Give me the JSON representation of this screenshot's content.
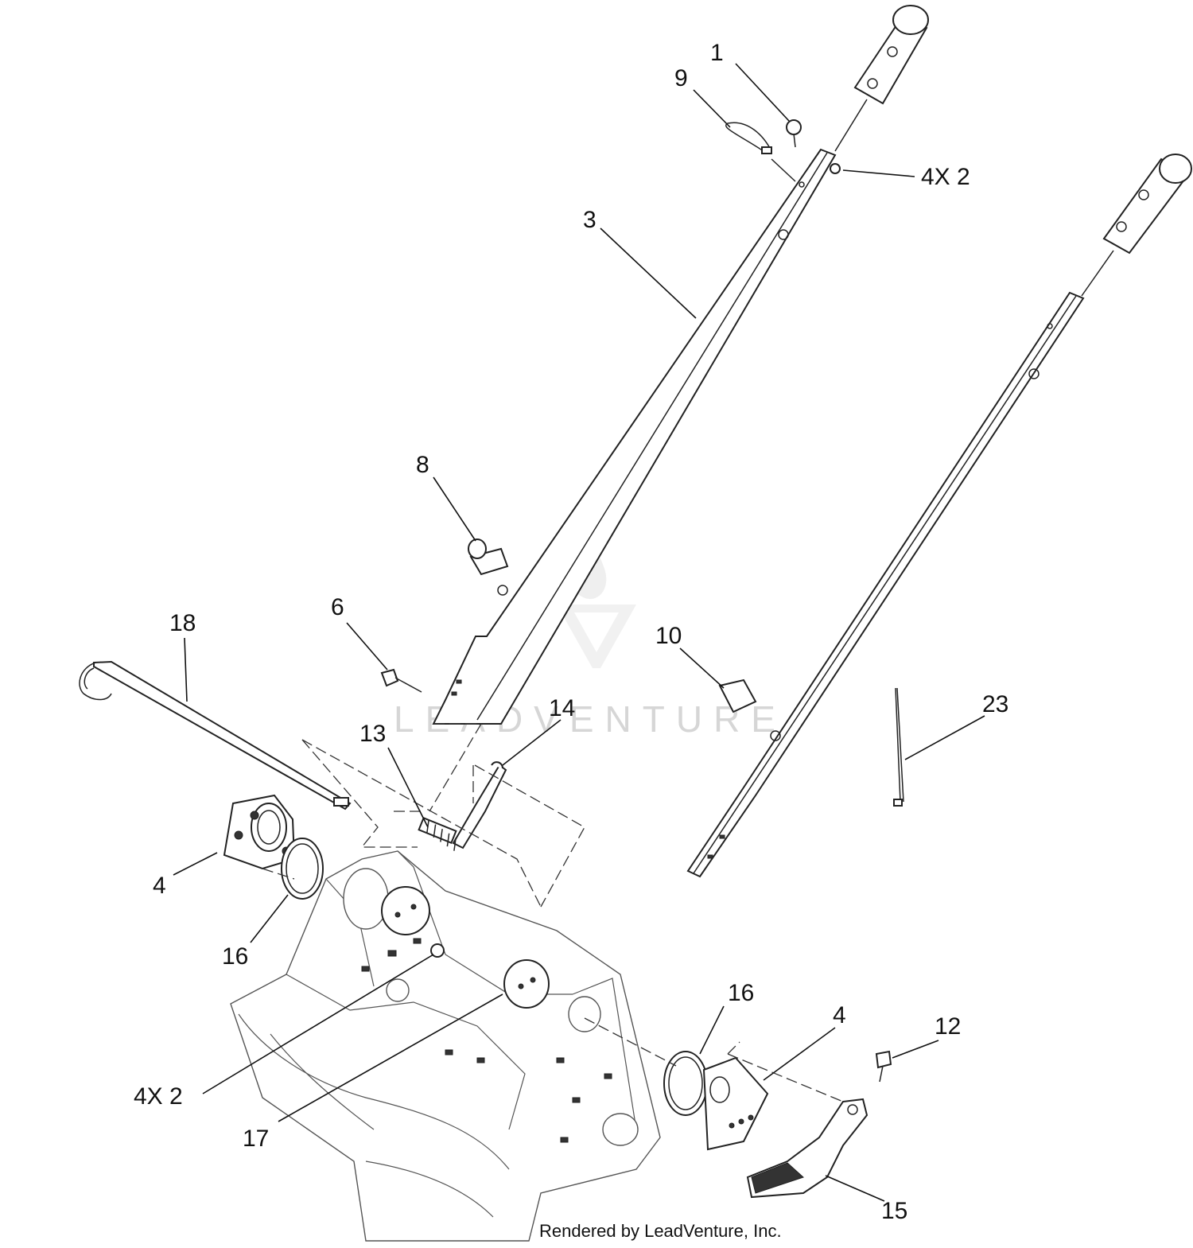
{
  "diagram": {
    "labels": {
      "l1": "1",
      "l9": "9",
      "l4x2_top": "4X  2",
      "l3": "3",
      "l8": "8",
      "l6": "6",
      "l10": "10",
      "l18": "18",
      "l14": "14",
      "l13": "13",
      "l23": "23",
      "l4_left": "4",
      "l16_left": "16",
      "l16_right": "16",
      "l4_right": "4",
      "l12": "12",
      "l4x2_bottom": "4X  2",
      "l17": "17",
      "l15": "15"
    },
    "watermark": "LEADVENTURE",
    "footer": "Rendered by LeadVenture, Inc."
  }
}
